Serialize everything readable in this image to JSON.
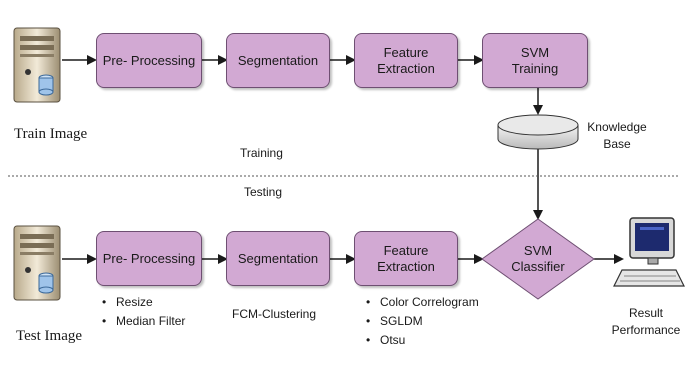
{
  "training": {
    "source_label": "Train Image",
    "steps": [
      "Pre- Processing",
      "Segmentation",
      "Feature\nExtraction",
      "SVM\nTraining"
    ],
    "knowledge_base": "Knowledge\nBase",
    "phase_label": "Training"
  },
  "testing": {
    "phase_label": "Testing",
    "source_label": "Test Image",
    "steps": [
      "Pre- Processing",
      "Segmentation",
      "Feature\nExtraction"
    ],
    "classifier": "SVM\nClassifier",
    "result_label": "Result\nPerformance",
    "preprocessing_items": [
      "Resize",
      "Median Filter"
    ],
    "segmentation_note": "FCM-Clustering",
    "feature_items": [
      "Color Correlogram",
      "SGLDM",
      "Otsu"
    ]
  },
  "colors": {
    "box_fill": "#d2a9d3",
    "box_border": "#6e4f72",
    "arrow": "#1a1a1a",
    "divider": "#555555"
  }
}
